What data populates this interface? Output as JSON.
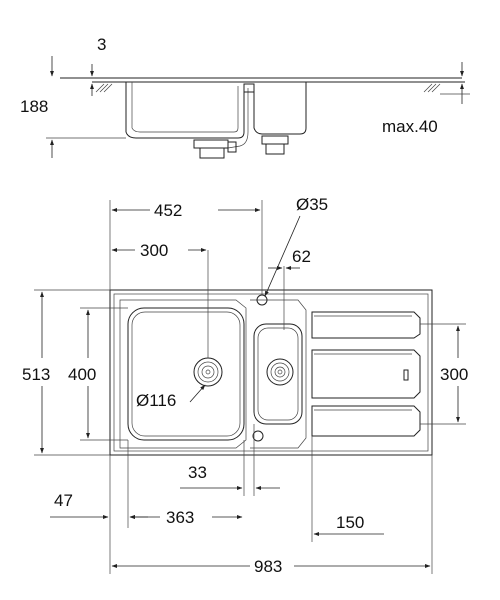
{
  "side_view": {
    "lip_thickness": "3",
    "overall_depth": "188",
    "counter_max": "max.40"
  },
  "top_view": {
    "width_to_tap_hole": "452",
    "tap_hole_diameter": "Ø35",
    "main_bowl_center": "300",
    "small_bowl_offset": "62",
    "overall_depth": "513",
    "main_bowl_depth": "400",
    "drainer_depth": "300",
    "drain_diameter": "Ø116",
    "bowl_gap": "33",
    "left_margin": "47",
    "main_bowl_width": "363",
    "drainer_offset": "150",
    "overall_width": "983"
  }
}
